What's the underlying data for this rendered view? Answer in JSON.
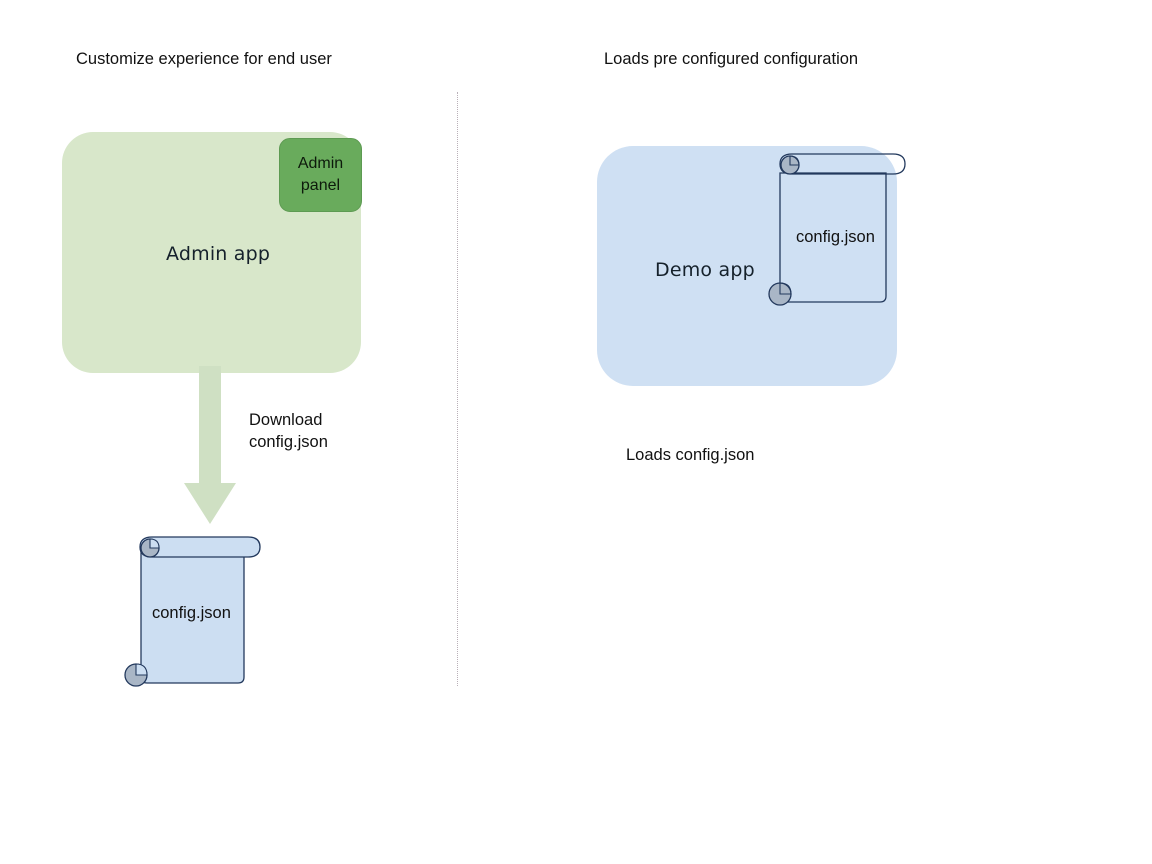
{
  "diagram": {
    "background": "#ffffff",
    "columns": [
      {
        "title": "Customize experience for end user",
        "app": {
          "label": "Admin app",
          "fill": "#d8e7ca"
        },
        "chip": {
          "line1": "Admin",
          "line2": "panel",
          "fill": "#69ab5c",
          "stroke": "#5d9a52"
        },
        "arrow": {
          "label_line1": "Download",
          "label_line2": "config.json",
          "fill": "#cfe0c3"
        },
        "document": {
          "label": "config.json",
          "fill": "#ccdef2",
          "stroke": "#23395d",
          "curl_fill": "#a9b6c6"
        }
      },
      {
        "title": "Loads pre configured configuration",
        "app": {
          "label": "Demo app",
          "fill": "#cfe0f3"
        },
        "document": {
          "label": "config.json",
          "fill": "none",
          "stroke": "#23395d",
          "curl_fill": "#a9b6c6"
        },
        "caption": "Loads config.json"
      }
    ],
    "divider": {
      "style": "dotted",
      "color": "#b9b0b8"
    }
  }
}
